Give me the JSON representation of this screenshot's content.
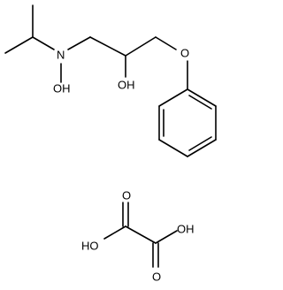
{
  "molecule": {
    "main": {
      "labels": {
        "n": "N",
        "n_oh": "OH",
        "c2_oh": "OH",
        "ether_o": "O"
      }
    },
    "oxalic_acid": {
      "labels": {
        "o_top_left": "O",
        "o_top_right": "O",
        "oh_left": "HO",
        "oh_right": "OH"
      }
    }
  }
}
